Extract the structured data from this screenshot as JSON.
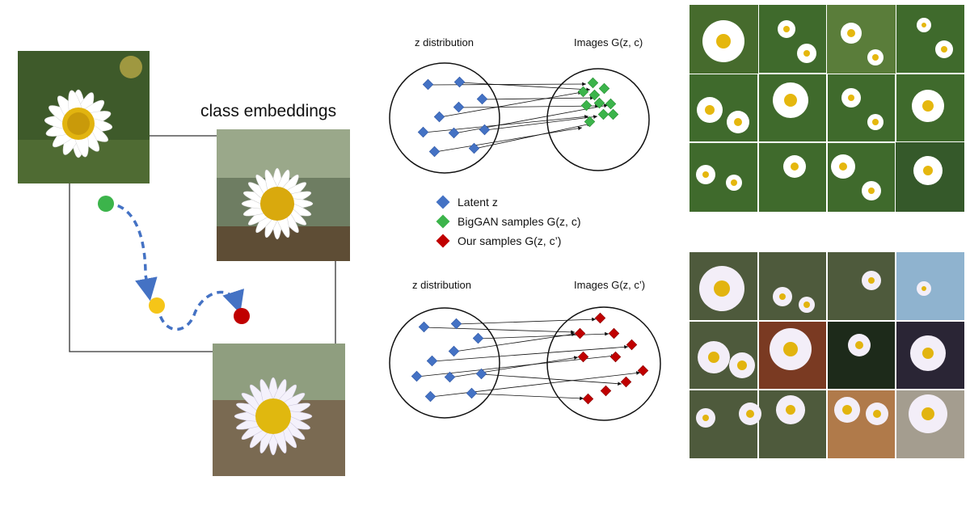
{
  "left_panel": {
    "heading": "class embeddings"
  },
  "top_mapping": {
    "left_label": "z distribution",
    "right_label": "Images G(z, c)"
  },
  "bottom_mapping": {
    "left_label": "z distribution",
    "right_label": "Images G(z, c’)"
  },
  "legend": {
    "items": [
      {
        "label": "Latent z",
        "color": "#4472c4"
      },
      {
        "label": "BigGAN samples G(z, c)",
        "color": "#3cb44b"
      },
      {
        "label": "Our samples G(z, c’)",
        "color": "#c00000"
      }
    ]
  },
  "colors": {
    "latent": "#4472c4",
    "biggan": "#3cb44b",
    "ours": "#c00000",
    "path": "#4472c4",
    "start_dot": "#3cb44b",
    "mid_dot": "#f5c518",
    "end_dot": "#c00000"
  }
}
